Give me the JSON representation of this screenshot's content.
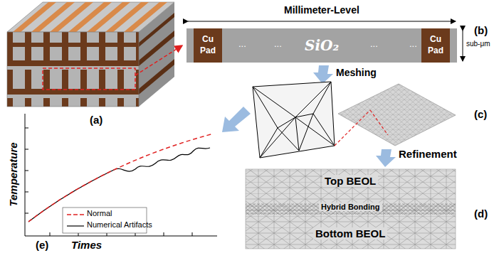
{
  "diagram": {
    "nodes": [
      {
        "text": [
          "SiO₂"
        ]
      },
      {
        "text": [
          "Cu Pad"
        ],
        "in": 0
      },
      {
        "text": [
          "Cu Pad"
        ],
        "in": 0
      },
      {
        "text": [
          "Top BEOL",
          "Hybrid Bonding",
          "Bottom BEOL"
        ]
      }
    ],
    "labels": [
      "(a)",
      "Millimeter-Level",
      "(b)",
      "sub-μm",
      "...",
      "...",
      "...",
      "...",
      "Meshing",
      "(c)",
      "Refinement",
      "(d)",
      "Temperature",
      "Times",
      "(e)"
    ],
    "legend": [
      {
        "text": "Normal"
      },
      {
        "text": "Numerical Artifacts"
      }
    ]
  }
}
